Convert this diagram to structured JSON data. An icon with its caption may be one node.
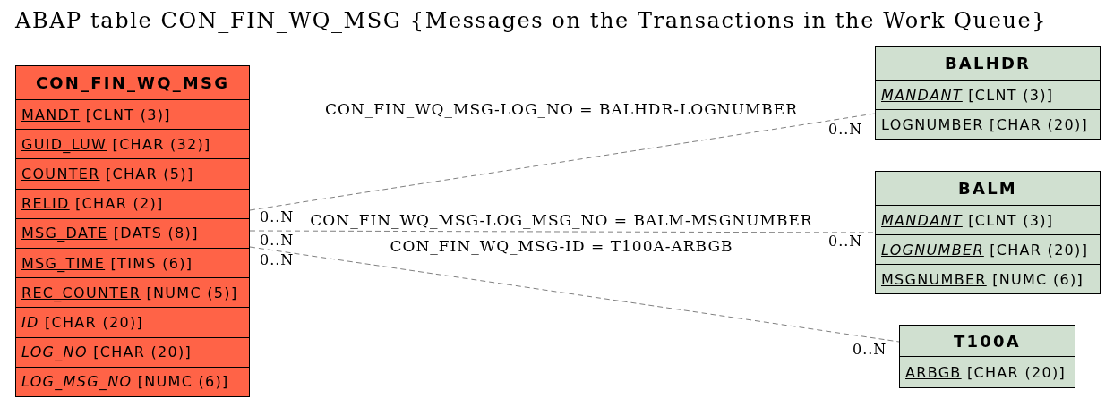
{
  "diagram": {
    "title": "ABAP table CON_FIN_WQ_MSG {Messages on the Transactions in the Work Queue}",
    "nodes": [
      {
        "text": [
          "CON_FIN_WQ_MSG"
        ]
      },
      {
        "text": [
          "MANDT [CLNT (3)]"
        ],
        "in": 0
      },
      {
        "text": [
          "GUID_LUW [CHAR (32)]"
        ],
        "in": 0
      },
      {
        "text": [
          "COUNTER [CHAR (5)]"
        ],
        "in": 0
      },
      {
        "text": [
          "RELID [CHAR (2)]"
        ],
        "in": 0
      },
      {
        "text": [
          "MSG_DATE [DATS (8)]"
        ],
        "in": 0
      },
      {
        "text": [
          "MSG_TIME [TIMS (6)]"
        ],
        "in": 0
      },
      {
        "text": [
          "REC_COUNTER [NUMC (5)]"
        ],
        "in": 0
      },
      {
        "text": [
          "*ID* [CHAR (20)]"
        ],
        "in": 0
      },
      {
        "text": [
          "*LOG_NO* [CHAR (20)]"
        ],
        "in": 0
      },
      {
        "text": [
          "*LOG_MSG_NO* [NUMC (6)]"
        ],
        "in": 0
      },
      {
        "text": [
          "BALHDR"
        ]
      },
      {
        "text": [
          "*MANDANT* [CLNT (3)]"
        ],
        "in": 11
      },
      {
        "text": [
          "LOGNUMBER [CHAR (20)]"
        ],
        "in": 11
      },
      {
        "text": [
          "BALM"
        ]
      },
      {
        "text": [
          "*MANDANT* [CLNT (3)]"
        ],
        "in": 14
      },
      {
        "text": [
          "*LOGNUMBER* [CHAR (20)]"
        ],
        "in": 14
      },
      {
        "text": [
          "MSGNUMBER [NUMC (6)]"
        ],
        "in": 14
      },
      {
        "text": [
          "T100A"
        ]
      },
      {
        "text": [
          "ARBGB [CHAR (20)]"
        ],
        "in": 18
      }
    ],
    "edges": [
      {
        "from": 0,
        "to": 11,
        "arrow": "none",
        "style": "dashed",
        "label": "CON_FIN_WQ_MSG-LOG_NO = BALHDR-LOGNUMBER"
      },
      {
        "from": 0,
        "to": 14,
        "arrow": "none",
        "style": "dashed",
        "label": "CON_FIN_WQ_MSG-LOG_MSG_NO = BALM-MSGNUMBER"
      },
      {
        "from": 0,
        "to": 18,
        "arrow": "none",
        "style": "dashed",
        "label": "CON_FIN_WQ_MSG-ID = T100A-ARBGB"
      }
    ],
    "labels": [
      "0..N",
      "0..N",
      "0..N",
      "0..N",
      "0..N",
      "0..N"
    ]
  }
}
